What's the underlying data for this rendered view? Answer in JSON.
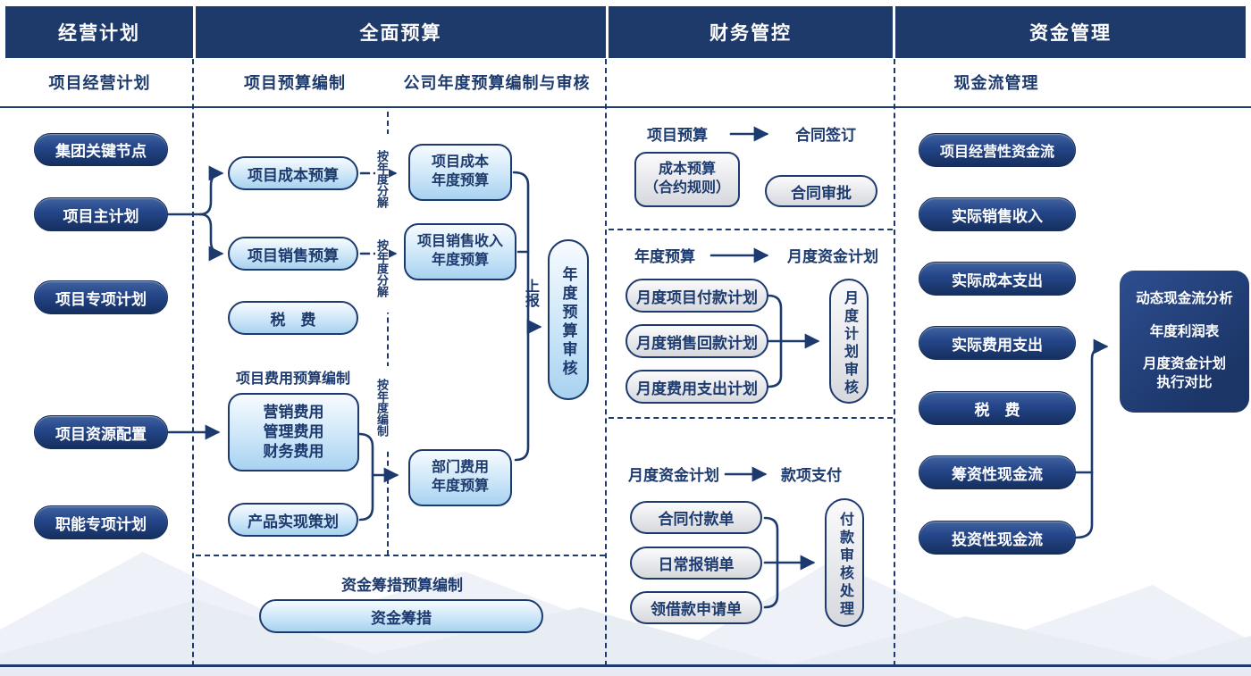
{
  "colors": {
    "navy": "#1d3a6e",
    "header_bg": "#1e3a6b",
    "light_blue_fill": "#a8d2f0",
    "grey_fill": "#d6d8dd"
  },
  "headers": [
    "经营计划",
    "全面预算",
    "财务管控",
    "资金管理"
  ],
  "subheaders": {
    "business_plan": "项目经营计划",
    "project_budget": "项目预算编制",
    "company_budget": "公司年度预算编制与审核",
    "cash_flow": "现金流管理"
  },
  "business_plan": {
    "pills": [
      "集团关键节点",
      "项目主计划",
      "项目专项计划",
      "项目资源配置",
      "职能专项计划"
    ]
  },
  "budget": {
    "cost_pill": "项目成本预算",
    "sales_pill": "项目销售预算",
    "tax_pill": "税　费",
    "expense_title": "项目费用预算编制",
    "expense_box": [
      "营销费用",
      "管理费用",
      "财务费用"
    ],
    "product_pill": "产品实现策划",
    "annual_cost_box": [
      "项目成本",
      "年度预算"
    ],
    "annual_sales_box": [
      "项目销售收入",
      "年度预算"
    ],
    "dept_box": [
      "部门费用",
      "年度预算"
    ],
    "annual_review": "年度预算审核",
    "report_label": "上报",
    "yearly_split_1": "按年度分解",
    "yearly_split_2": "按年度分解",
    "yearly_compile": "按年度编制",
    "financing_title": "资金筹措预算编制",
    "financing_pill": "资金筹措"
  },
  "finance_control": {
    "sections": [
      {
        "from": "项目预算",
        "to": "合同签订",
        "box": [
          "成本预算",
          "（合约规则）"
        ],
        "pill": "合同审批"
      },
      {
        "from": "年度预算",
        "to": "月度资金计划",
        "pills": [
          "月度项目付款计划",
          "月度销售回款计划",
          "月度费用支出计划"
        ],
        "capsule": "月度计划审核"
      },
      {
        "from": "月度资金计划",
        "to": "款项支付",
        "pills": [
          "合同付款单",
          "日常报销单",
          "领借款申请单"
        ],
        "capsule": "付款审核处理"
      }
    ]
  },
  "cash_mgmt": {
    "pills": [
      "项目经营性资金流",
      "实际销售收入",
      "实际成本支出",
      "实际费用支出",
      "税　费",
      "筹资性现金流",
      "投资性现金流"
    ],
    "summary": [
      "动态现金流分析",
      "年度利润表",
      "月度资金计划",
      "执行对比"
    ]
  }
}
